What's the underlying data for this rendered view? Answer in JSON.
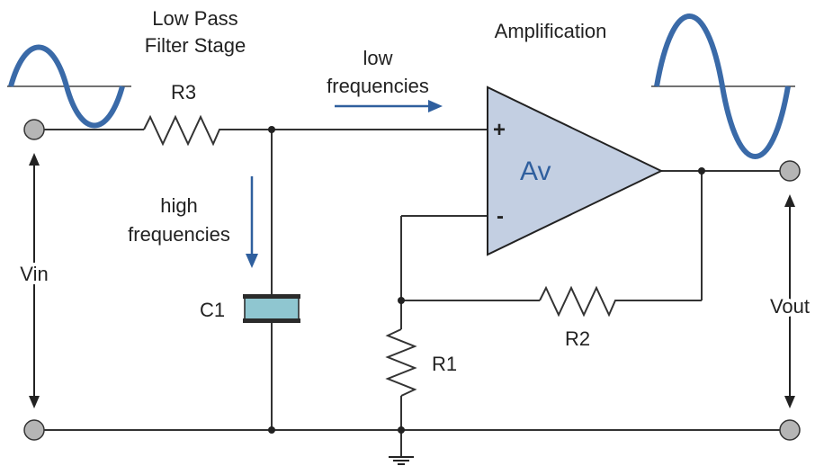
{
  "labels": {
    "filter_stage_line1": "Low Pass",
    "filter_stage_line2": "Filter Stage",
    "amplification": "Amplification",
    "low_freq_line1": "low",
    "low_freq_line2": "frequencies",
    "high_freq_line1": "high",
    "high_freq_line2": "frequencies",
    "r3": "R3",
    "c1": "C1",
    "r1": "R1",
    "r2": "R2",
    "vin": "Vin",
    "vout": "Vout",
    "opamp_gain": "Av",
    "plus_input": "+",
    "minus_input": "-"
  },
  "colors": {
    "wire": "#333333",
    "wave": "#3a6aa8",
    "arrow": "#2f5f9e",
    "opamp_fill": "#c3cfe2",
    "opamp_text": "#2f5f9e",
    "capacitor_plate": "#8fc6d0",
    "terminal": "#b5b5b5"
  }
}
